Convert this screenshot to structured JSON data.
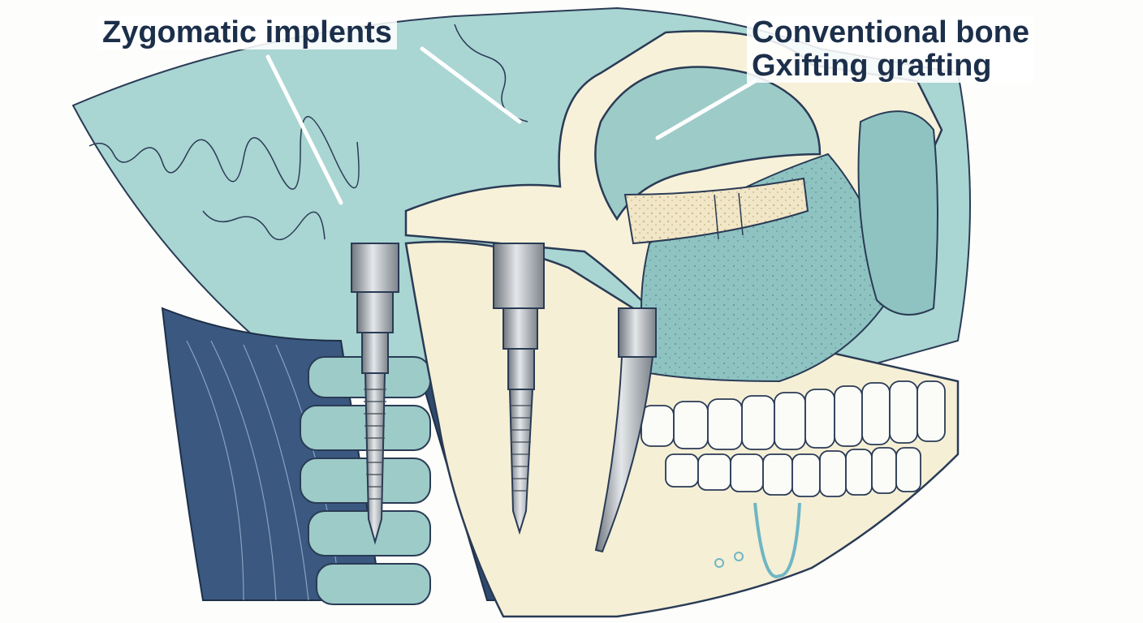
{
  "labels": {
    "zygomatic": "Zygomatic implents",
    "conventional_line1": "Conventional bone",
    "conventional_line2": "Gxifting grafting"
  },
  "colors": {
    "background": "#fdfdfb",
    "skull_teal": "#9fcfcc",
    "skull_teal_dark": "#6fa9ab",
    "bone_cream": "#f5efd6",
    "bone_outline": "#2a3b55",
    "muscle_navy": "#2f4a6e",
    "implant_metal": "#9aa0a6",
    "label_text": "#1c2f4a",
    "leader_line": "#ffffff"
  },
  "icons": [
    "skull-illustration",
    "zygomatic-implant",
    "bone-graft-block",
    "teeth"
  ]
}
